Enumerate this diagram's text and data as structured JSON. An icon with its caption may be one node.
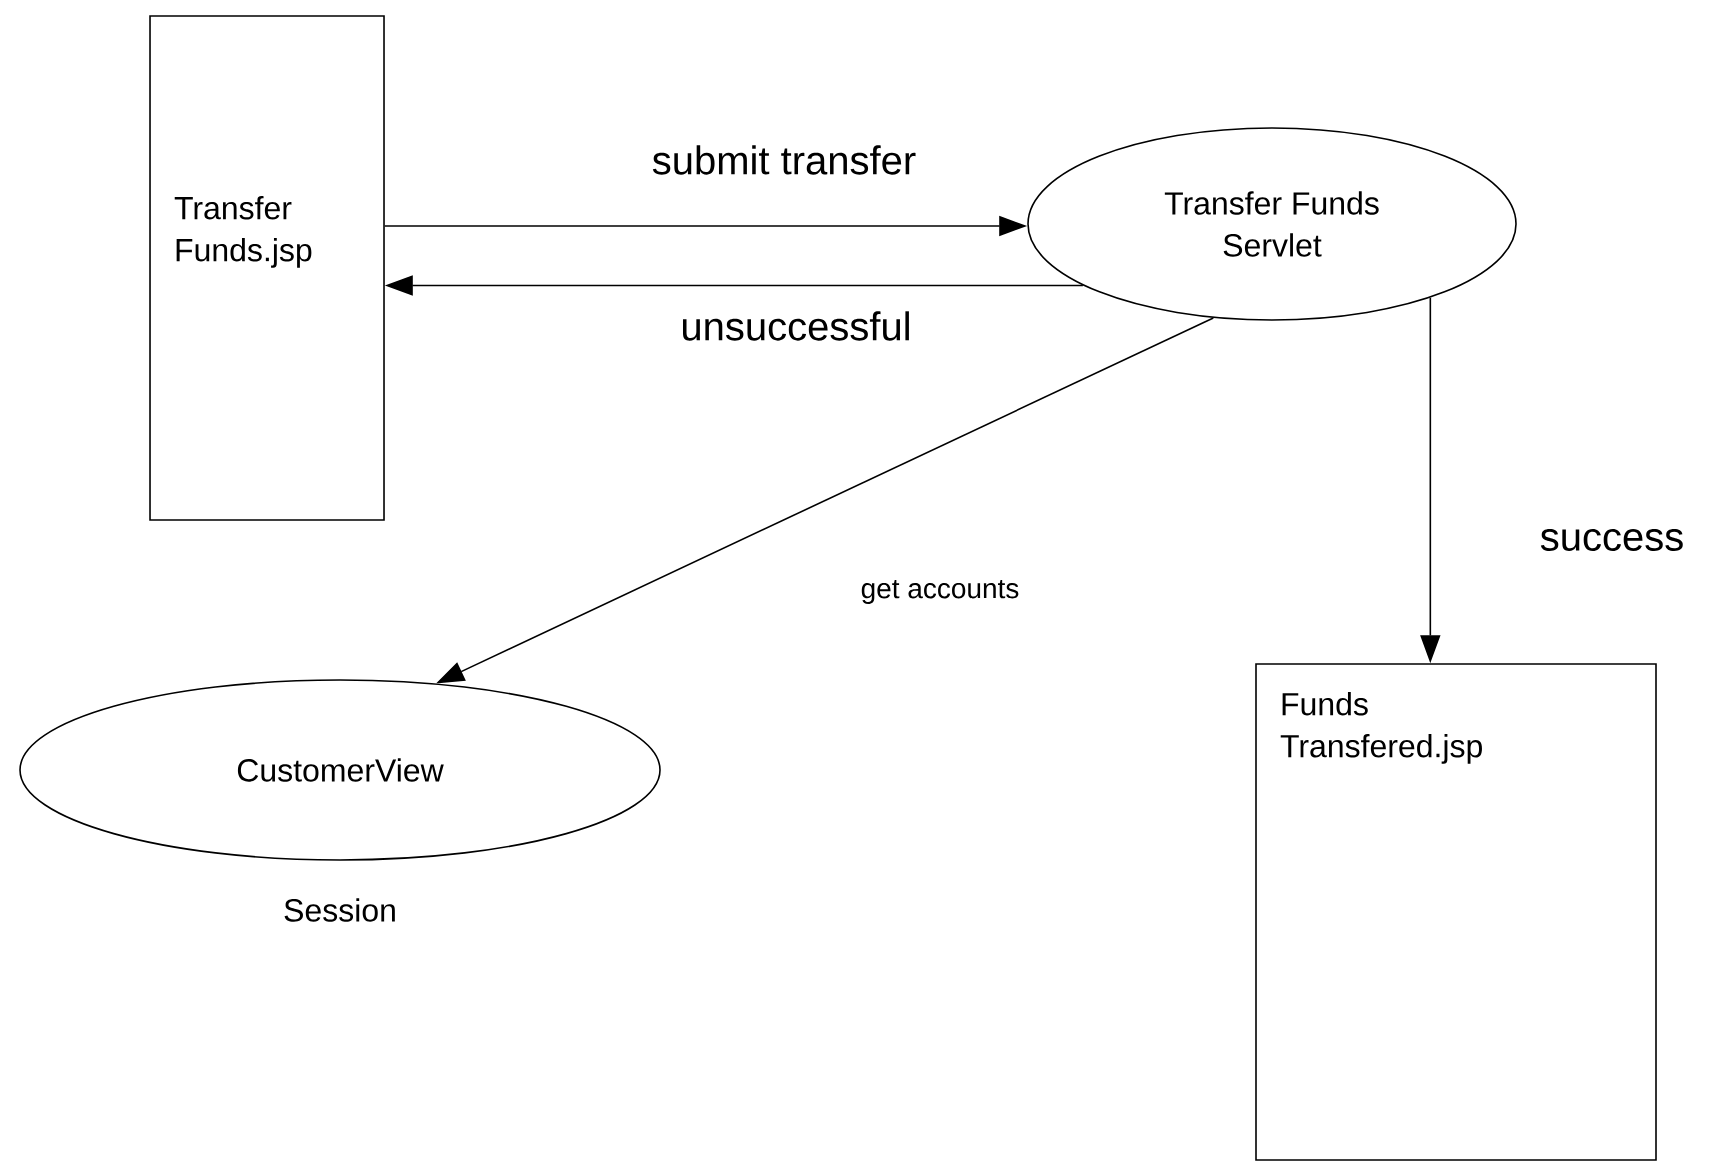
{
  "diagram": {
    "nodes": [
      {
        "text": [
          "Transfer Funds.jsp"
        ]
      },
      {
        "text": [
          "Transfer Funds Servlet"
        ]
      },
      {
        "text": [
          "CustomerView"
        ],
        "beside": [
          "Session"
        ]
      },
      {
        "text": [
          "Funds Transfered.jsp"
        ]
      }
    ],
    "edges": [
      {
        "from": 0,
        "to": 1,
        "arrow": "to",
        "label": "submit transfer"
      },
      {
        "from": 1,
        "to": 0,
        "arrow": "to",
        "label": "unsuccessful"
      },
      {
        "from": 1,
        "to": 2,
        "arrow": "to",
        "label": "get accounts"
      },
      {
        "from": 1,
        "to": 3,
        "arrow": "to",
        "label": "success"
      }
    ]
  }
}
